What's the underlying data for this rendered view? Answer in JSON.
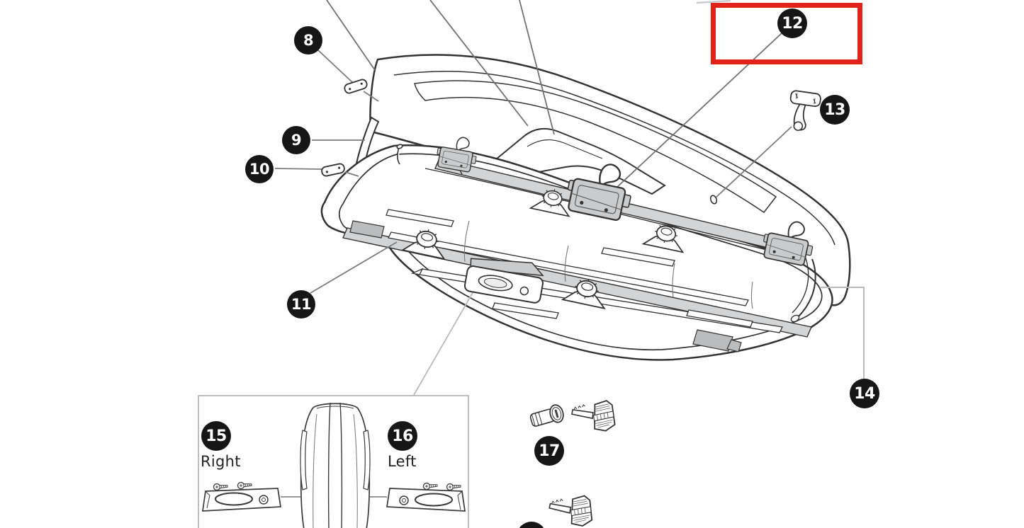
{
  "diagram": {
    "callouts": [
      {
        "number": "8"
      },
      {
        "number": "9"
      },
      {
        "number": "10"
      },
      {
        "number": "11"
      },
      {
        "number": "12"
      },
      {
        "number": "13"
      },
      {
        "number": "14"
      },
      {
        "number": "15"
      },
      {
        "number": "16"
      },
      {
        "number": "17"
      }
    ],
    "highlighted_callout": "12",
    "section_labels": {
      "right": "Right",
      "left": "Left"
    },
    "colors": {
      "highlight_red": "#e2231a",
      "badge_black": "#161616",
      "line_dark": "#333333",
      "leader_gray": "#7a7d80",
      "leader_light": "#b8babb",
      "part_gray": "#c9cbcd",
      "rail_gray": "#d2d4d5",
      "section_border": "#a7a9ac"
    }
  }
}
